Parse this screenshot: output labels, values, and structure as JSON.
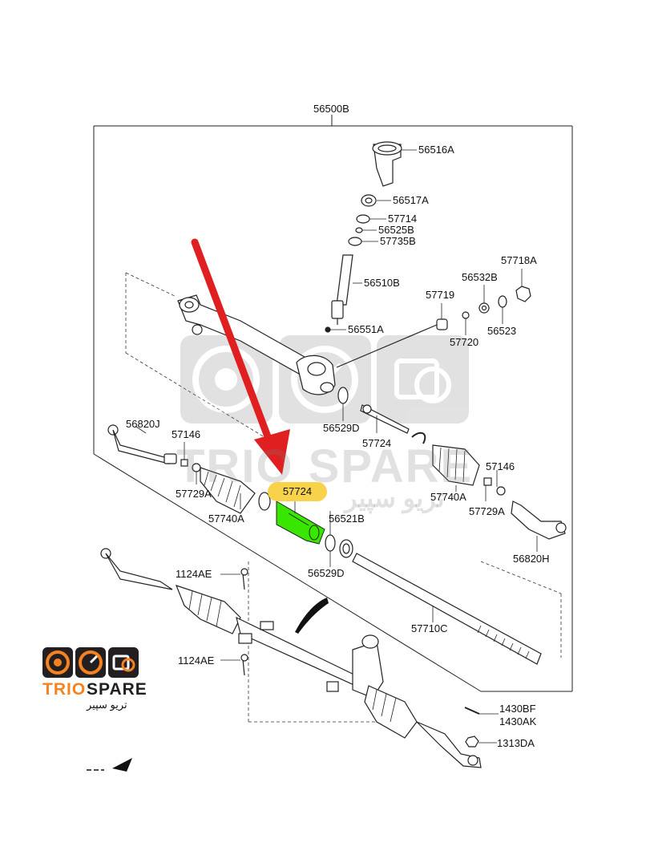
{
  "parts": {
    "assembly": "56500B",
    "p56516A": "56516A",
    "p56517A": "56517A",
    "p57714": "57714",
    "p56525B": "56525B",
    "p57735B": "57735B",
    "p56510B": "56510B",
    "p56551A": "56551A",
    "p57718A": "57718A",
    "p56532B": "56532B",
    "p57719": "57719",
    "p57720": "57720",
    "p56523": "56523",
    "p56529D_top": "56529D",
    "p57724_top": "57724",
    "p56820J": "56820J",
    "p57146_left": "57146",
    "p57729A_left": "57729A",
    "p57740A_left": "57740A",
    "p57724_hl": "57724",
    "p56521B": "56521B",
    "p56529D_bottom": "56529D",
    "p57740A_right": "57740A",
    "p57146_right": "57146",
    "p57729A_right": "57729A",
    "p56820H": "56820H",
    "p1124AE_top": "1124AE",
    "p1124AE_bottom": "1124AE",
    "p57710C": "57710C",
    "p1430BF": "1430BF",
    "p1430AK": "1430AK",
    "p1313DA": "1313DA"
  },
  "watermark": {
    "brand": "TRIO SPARE",
    "brand_ar": "تریو سپیر"
  },
  "logo": {
    "brand_part1": "TRIO",
    "brand_part2": "SPARE",
    "brand_ar": "تریو سپیر"
  },
  "colors": {
    "arrow": "#e02020",
    "highlight_label": "#f7d24a",
    "highlight_part": "#39e600",
    "logo_orange": "#f5821f",
    "logo_dark": "#231f20"
  }
}
